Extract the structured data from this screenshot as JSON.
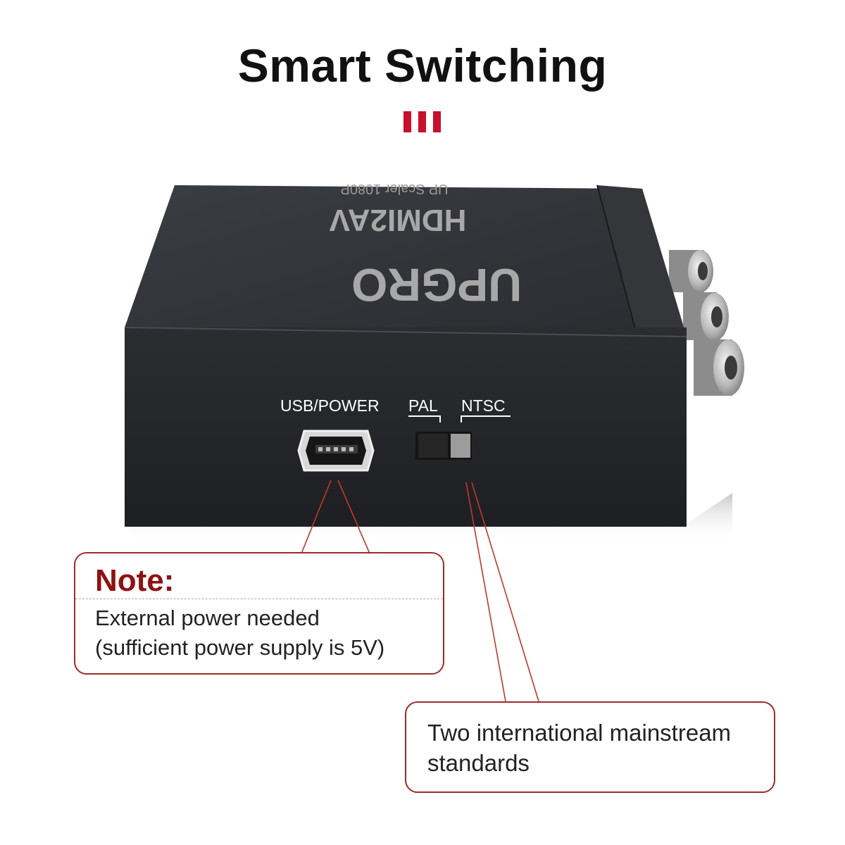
{
  "title": "Smart Switching",
  "accent_color": "#c8102e",
  "device": {
    "top_brand": "UPGRO",
    "top_model": "HDMI2AV",
    "top_sub": "UP Scaler 1080P",
    "port_labels": {
      "usb_power": "USB/POWER",
      "pal": "PAL",
      "ntsc": "NTSC"
    }
  },
  "note": {
    "heading": "Note:",
    "line1": "External power needed",
    "line2": "(sufficient power supply is 5V)"
  },
  "standards": {
    "line1": "Two international mainstream",
    "line2": "standards"
  }
}
